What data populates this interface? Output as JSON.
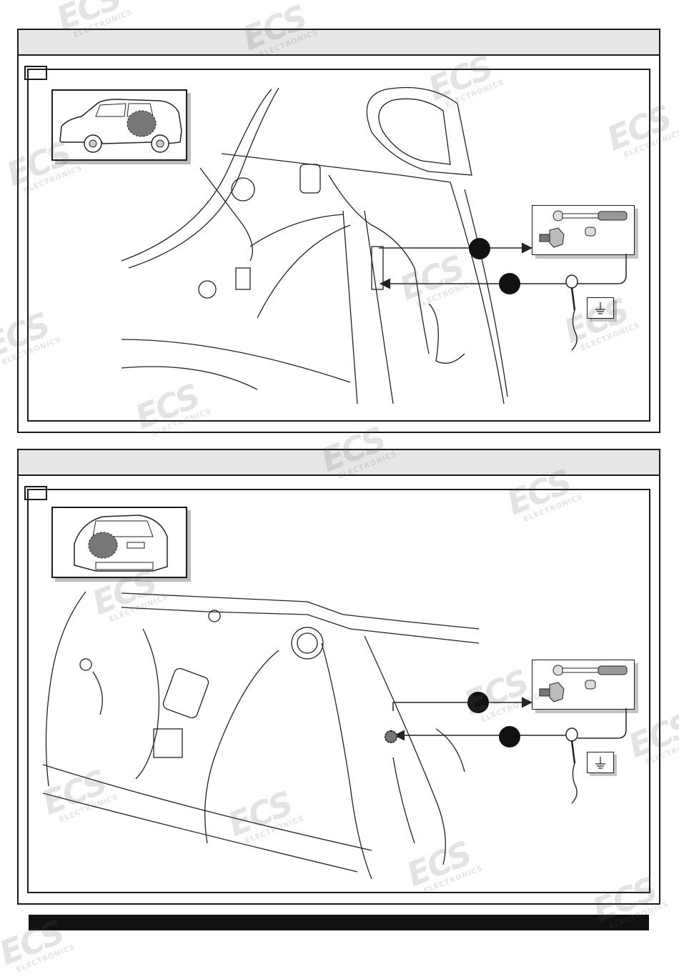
{
  "watermark": {
    "brand": "ECS",
    "subtitle": "ELECTRONICS"
  },
  "panels": [
    {
      "id": "panel-1",
      "markers": [
        "",
        ""
      ],
      "overview_view": "car-side-rear-left",
      "parts": [
        "ratchet-wrench",
        "flange-bolt",
        "socket",
        "ring-terminal",
        "earth-symbol"
      ]
    },
    {
      "id": "panel-2",
      "markers": [
        "",
        ""
      ],
      "overview_view": "car-rear-right",
      "parts": [
        "ratchet-wrench",
        "flange-bolt",
        "socket",
        "ring-terminal",
        "earth-symbol"
      ]
    }
  ],
  "colors": {
    "frame": "#1a1a1a",
    "header": "#e6e6e6",
    "shadow": "#bdbdbd",
    "footer": "#111111"
  }
}
